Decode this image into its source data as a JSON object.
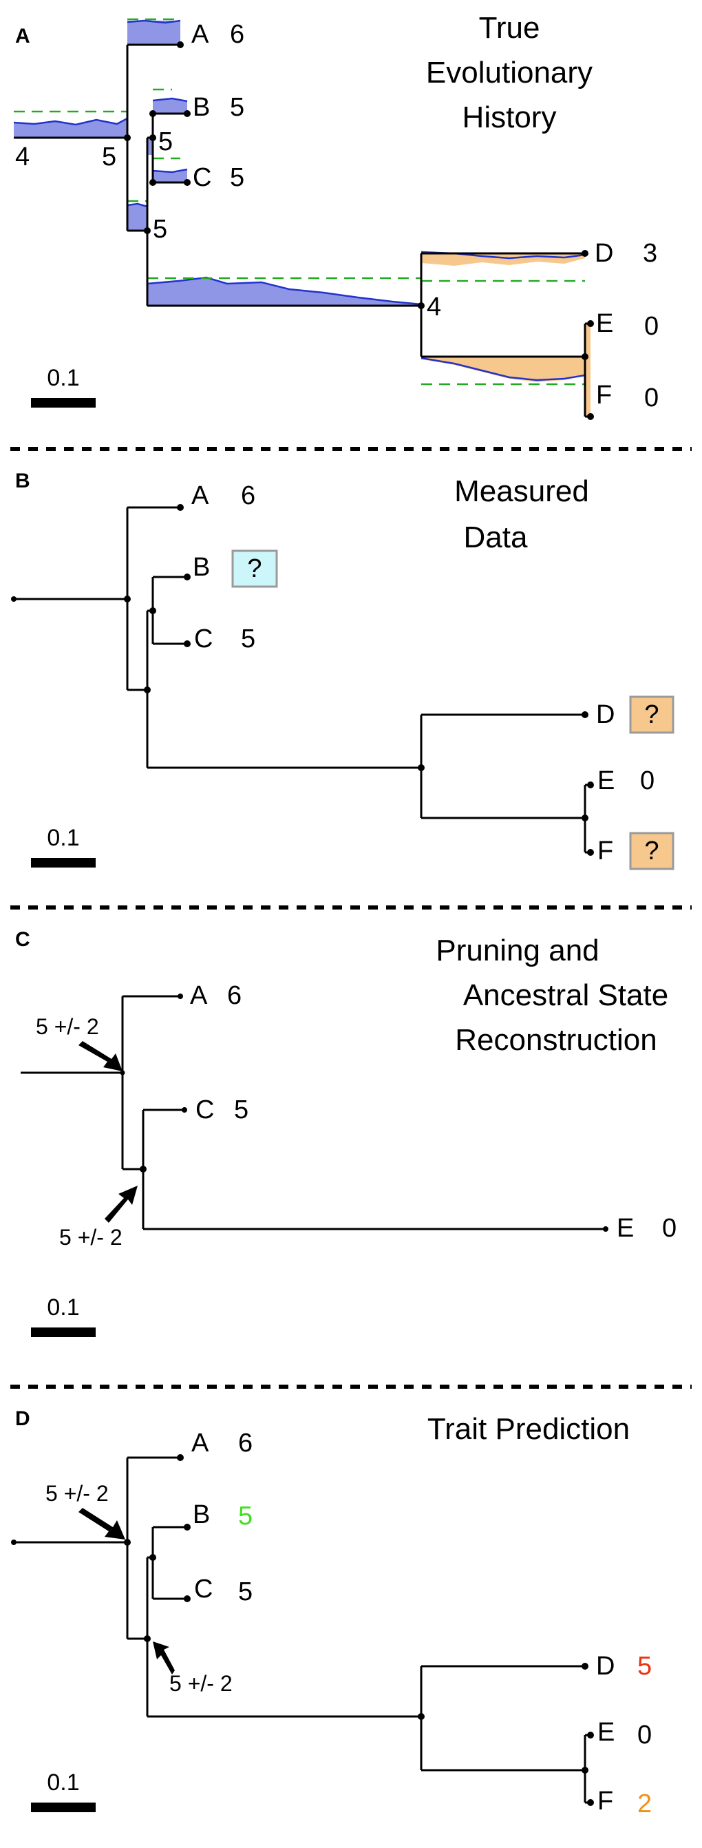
{
  "panels": [
    {
      "letter": "A",
      "title_lines": [
        "True",
        "Evolutionary",
        "History"
      ],
      "tips": [
        {
          "name": "A",
          "value": "6"
        },
        {
          "name": "B",
          "value": "5"
        },
        {
          "name": "C",
          "value": "5"
        },
        {
          "name": "D",
          "value": "3"
        },
        {
          "name": "E",
          "value": "0"
        },
        {
          "name": "F",
          "value": "0"
        }
      ],
      "node_labels": [
        "4",
        "5",
        "5",
        "5",
        "4"
      ],
      "scale_label": "0.1"
    },
    {
      "letter": "B",
      "title_lines": [
        "Measured",
        "Data"
      ],
      "tips": [
        {
          "name": "A",
          "value": "6"
        },
        {
          "name": "B",
          "value": "?"
        },
        {
          "name": "C",
          "value": "5"
        },
        {
          "name": "D",
          "value": "?"
        },
        {
          "name": "E",
          "value": "0"
        },
        {
          "name": "F",
          "value": "?"
        }
      ],
      "scale_label": "0.1"
    },
    {
      "letter": "C",
      "title_lines": [
        "Pruning and",
        "Ancestral State",
        "Reconstruction"
      ],
      "tips": [
        {
          "name": "A",
          "value": "6"
        },
        {
          "name": "C",
          "value": "5"
        },
        {
          "name": "E",
          "value": "0"
        }
      ],
      "annotations": [
        "5 +/- 2",
        "5 +/- 2"
      ],
      "scale_label": "0.1"
    },
    {
      "letter": "D",
      "title_lines": [
        "Trait Prediction"
      ],
      "tips": [
        {
          "name": "A",
          "value": "6"
        },
        {
          "name": "B",
          "value": "5"
        },
        {
          "name": "C",
          "value": "5"
        },
        {
          "name": "D",
          "value": "5"
        },
        {
          "name": "E",
          "value": "0"
        },
        {
          "name": "F",
          "value": "2"
        }
      ],
      "annotations": [
        "5 +/- 2",
        "5 +/- 2"
      ],
      "scale_label": "0.1"
    }
  ],
  "colors": {
    "predicted_green": "#44dd22",
    "predicted_red": "#ee3311",
    "predicted_orange": "#f0901a",
    "unknown_blue_box": "#ccf6fa",
    "unknown_orange_box": "#f7c88e",
    "trait_blue": "#8f96e6",
    "trait_orange": "#f7c88e",
    "optimum_green": "#22aa22"
  }
}
